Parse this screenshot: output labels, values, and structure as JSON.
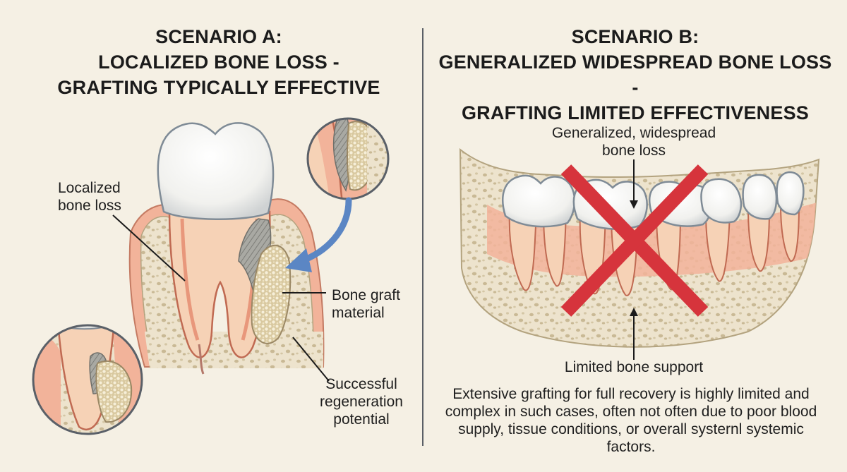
{
  "scenario_a": {
    "title_lines": [
      "SCENARIO A:",
      "LOCALIZED BONE LOSS -",
      "GRAFTING TYPICALLY EFFECTIVE"
    ],
    "label_localized": [
      "Localized",
      "bone loss"
    ],
    "label_graft": [
      "Bone graft",
      "material"
    ],
    "label_regeneration": [
      "Successful",
      "regeneration",
      "potential"
    ]
  },
  "scenario_b": {
    "title_lines": [
      "SCENARIO B:",
      "GENERALIZED WIDESPREAD BONE LOSS -",
      "GRAFTING LIMITED EFFECTIVENESS"
    ],
    "label_generalized": [
      "Generalized, widespread",
      "bone loss"
    ],
    "label_limited": "Limited bone support",
    "note": "Extensive grafting for full recovery is highly limited and complex in such cases, often not often due to poor blood supply, tissue conditions, or overall systernl systemic factors."
  },
  "colors": {
    "background": "#f5f0e4",
    "gum": "#f2b39a",
    "bone": "#ede3cd",
    "enamel": "#ffffff",
    "arrow": "#5b86c4",
    "cross": "#d6343c"
  }
}
